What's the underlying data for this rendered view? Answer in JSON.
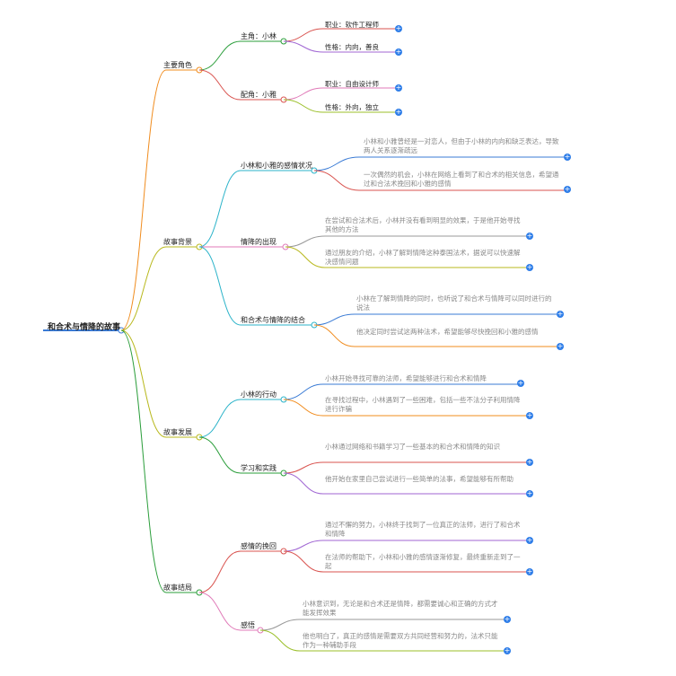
{
  "root": "和合术与情降的故事",
  "branches": {
    "protagonists": {
      "label": "主要角色",
      "lead": {
        "label": "主角：小林",
        "job": "职业：软件工程师",
        "trait": "性格：内向，善良"
      },
      "support": {
        "label": "配角：小雅",
        "job": "职业：自由设计师",
        "trait": "性格：外向，独立"
      }
    },
    "background": {
      "label": "故事背景",
      "status": {
        "label": "小林和小雅的感情状况",
        "notes": [
          "小林和小雅曾经是一对恋人，但由于小林的内向和缺乏表达，导致两人关系逐渐疏远",
          "一次偶然的机会，小林在网络上看到了和合术的相关信息，希望通过和合法术挽回和小雅的感情"
        ]
      },
      "emergence": {
        "label": "情降的出现",
        "notes": [
          "在尝试和合法术后，小林并没有看到明显的效果，于是他开始寻找其他的方法",
          "通过朋友的介绍，小林了解到情降这种泰国法术，据说可以快速解决感情问题"
        ]
      },
      "combine": {
        "label": "和合术与情降的结合",
        "notes": [
          "小林在了解到情降的同时，也听说了和合术与情降可以同时进行的说法",
          "他决定同时尝试这两种法术，希望能够尽快挽回和小雅的感情"
        ]
      }
    },
    "development": {
      "label": "故事发展",
      "action": {
        "label": "小林的行动",
        "notes": [
          "小林开始寻找可靠的法师，希望能够进行和合术和情降",
          "在寻找过程中，小林遇到了一些困难，包括一些不法分子利用情降进行诈骗"
        ]
      },
      "practice": {
        "label": "学习和实践",
        "notes": [
          "小林通过网络和书籍学习了一些基本的和合术和情降的知识",
          "他开始在家里自己尝试进行一些简单的法事，希望能够有所帮助"
        ]
      }
    },
    "ending": {
      "label": "故事结局",
      "recovery": {
        "label": "感情的挽回",
        "notes": [
          "通过不懈的努力，小林终于找到了一位真正的法师，进行了和合术和情降",
          "在法师的帮助下，小林和小雅的感情逐渐修复，最终重新走到了一起"
        ]
      },
      "reflection": {
        "label": "感悟",
        "notes": [
          "小林意识到，无论是和合术还是情降，都需要诚心和正确的方式才能发挥效果",
          "他也明白了，真正的感情是需要双方共同经营和努力的，法术只能作为一种辅助手段"
        ]
      }
    }
  },
  "expand_symbol": "+",
  "colors": {
    "orange": "#f08c1e",
    "green": "#2a9d3a",
    "red": "#d9534f",
    "purple": "#a066d3",
    "teal": "#2bb3c9",
    "blue": "#3a7bd5",
    "gray": "#999999",
    "olive": "#b8b81c",
    "pink": "#e07ab8",
    "yellowgreen": "#9bbf2a"
  }
}
